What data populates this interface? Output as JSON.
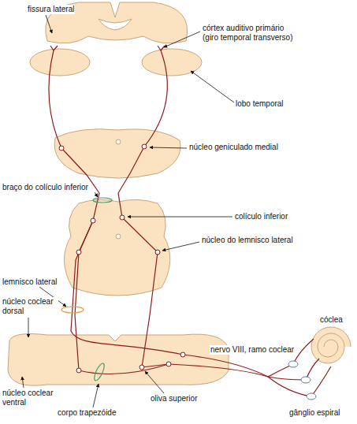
{
  "diagram": {
    "labels": [
      "fissura lateral",
      "córtex auditivo primário (giro temporal transverso)",
      "lobo temporal",
      "núcleo geniculado medial",
      "braço do colículo inferior",
      "colículo inferior",
      "núcleo do lemnisco lateral",
      "lemnisco lateral",
      "núcleo coclear dorsal",
      "núcleo coclear ventral",
      "corpo trapezóide",
      "oliva superior",
      "nervo VIII, ramo coclear",
      "cóclea",
      "gânglio espiral"
    ]
  }
}
